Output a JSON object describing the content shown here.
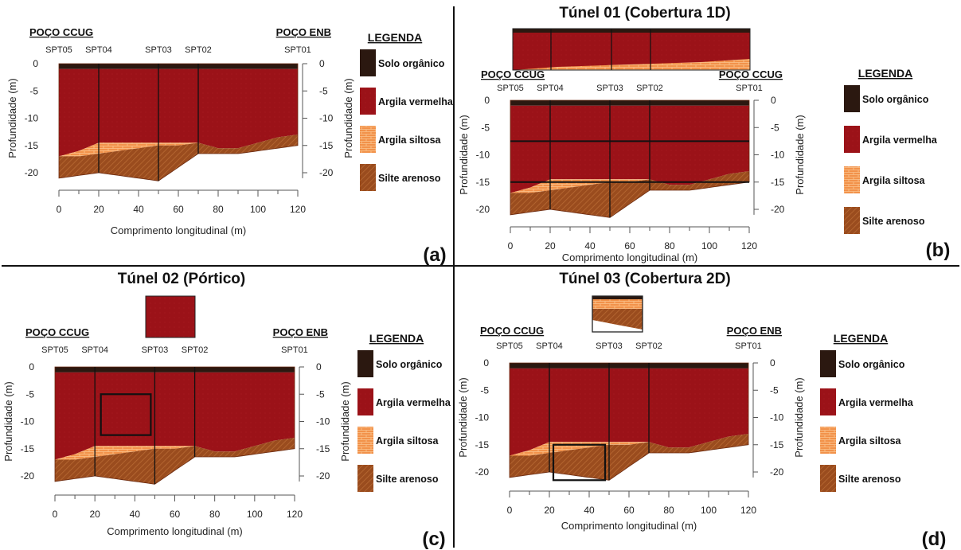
{
  "layers": [
    {
      "name": "Solo orgânico",
      "color": "#2b1810"
    },
    {
      "name": "Argila vermelha",
      "color": "#9b1218"
    },
    {
      "name": "Argila siltosa",
      "color": "#f2924a"
    },
    {
      "name": "Silte arenoso",
      "color": "#9a4c1e"
    }
  ],
  "legend_title": "LEGENDA",
  "spt_labels": [
    "SPT05",
    "SPT04",
    "SPT03",
    "SPT02",
    "SPT01"
  ],
  "spt_x": [
    0,
    20,
    50,
    70,
    120
  ],
  "ylabel": "Profundidade (m)",
  "xlabel": "Comprimento longitudinal (m)",
  "x_ticks": [
    "0",
    "20",
    "40",
    "60",
    "80",
    "100",
    "120"
  ],
  "y_ticks": [
    "0",
    "-5",
    "-10",
    "-15",
    "-20"
  ],
  "panels": [
    {
      "id": "a",
      "letter": "(a)",
      "title": "",
      "left_label": "POÇO CCUG",
      "right_label": "POÇO ENB",
      "overlay": "none"
    },
    {
      "id": "b",
      "letter": "(b)",
      "title": "Túnel 01 (Cobertura 1D)",
      "left_label": "POÇO CCUG",
      "right_label": "POÇO CCUG",
      "overlay": "cobertura-1d"
    },
    {
      "id": "c",
      "letter": "(c)",
      "title": "Túnel 02 (Pórtico)",
      "left_label": "POÇO CCUG",
      "right_label": "POÇO ENB",
      "overlay": "portico"
    },
    {
      "id": "d",
      "letter": "(d)",
      "title": "Túnel 03 (Cobertura 2D)",
      "left_label": "POÇO CCUG",
      "right_label": "POÇO ENB",
      "overlay": "cobertura-2d"
    }
  ],
  "chart_data": {
    "type": "area",
    "x_unit": "m",
    "xlim": [
      0,
      120
    ],
    "ylim": [
      -22,
      0
    ],
    "series": [
      {
        "name": "Solo orgânico",
        "x": [
          0,
          120
        ],
        "bottom": [
          -1,
          -1
        ]
      },
      {
        "name": "Argila vermelha",
        "x": [
          0,
          10,
          20,
          30,
          40,
          50,
          60,
          70,
          80,
          90,
          100,
          110,
          120
        ],
        "bottom": [
          -17,
          -16,
          -14.5,
          -14.5,
          -14.5,
          -14.5,
          -14.5,
          -14.5,
          -15.5,
          -15.5,
          -14.5,
          -13.5,
          -13
        ]
      },
      {
        "name": "Argila siltosa",
        "x": [
          0,
          10,
          20,
          30,
          40,
          50,
          60,
          70,
          80,
          90,
          100,
          110,
          120
        ],
        "bottom": [
          -17,
          -17,
          -16.5,
          -16,
          -15.5,
          -15,
          -15,
          -14.5,
          -15.5,
          -15.5,
          -14.5,
          -13.5,
          -13
        ]
      },
      {
        "name": "Silte arenoso",
        "x": [
          0,
          10,
          20,
          30,
          40,
          50,
          60,
          70,
          80,
          90,
          100,
          110,
          120
        ],
        "bottom": [
          -21,
          -20.5,
          -20,
          -20.5,
          -21,
          -21.5,
          -19,
          -16.5,
          -16.5,
          -16.5,
          -16,
          -15.5,
          -15
        ]
      }
    ]
  }
}
